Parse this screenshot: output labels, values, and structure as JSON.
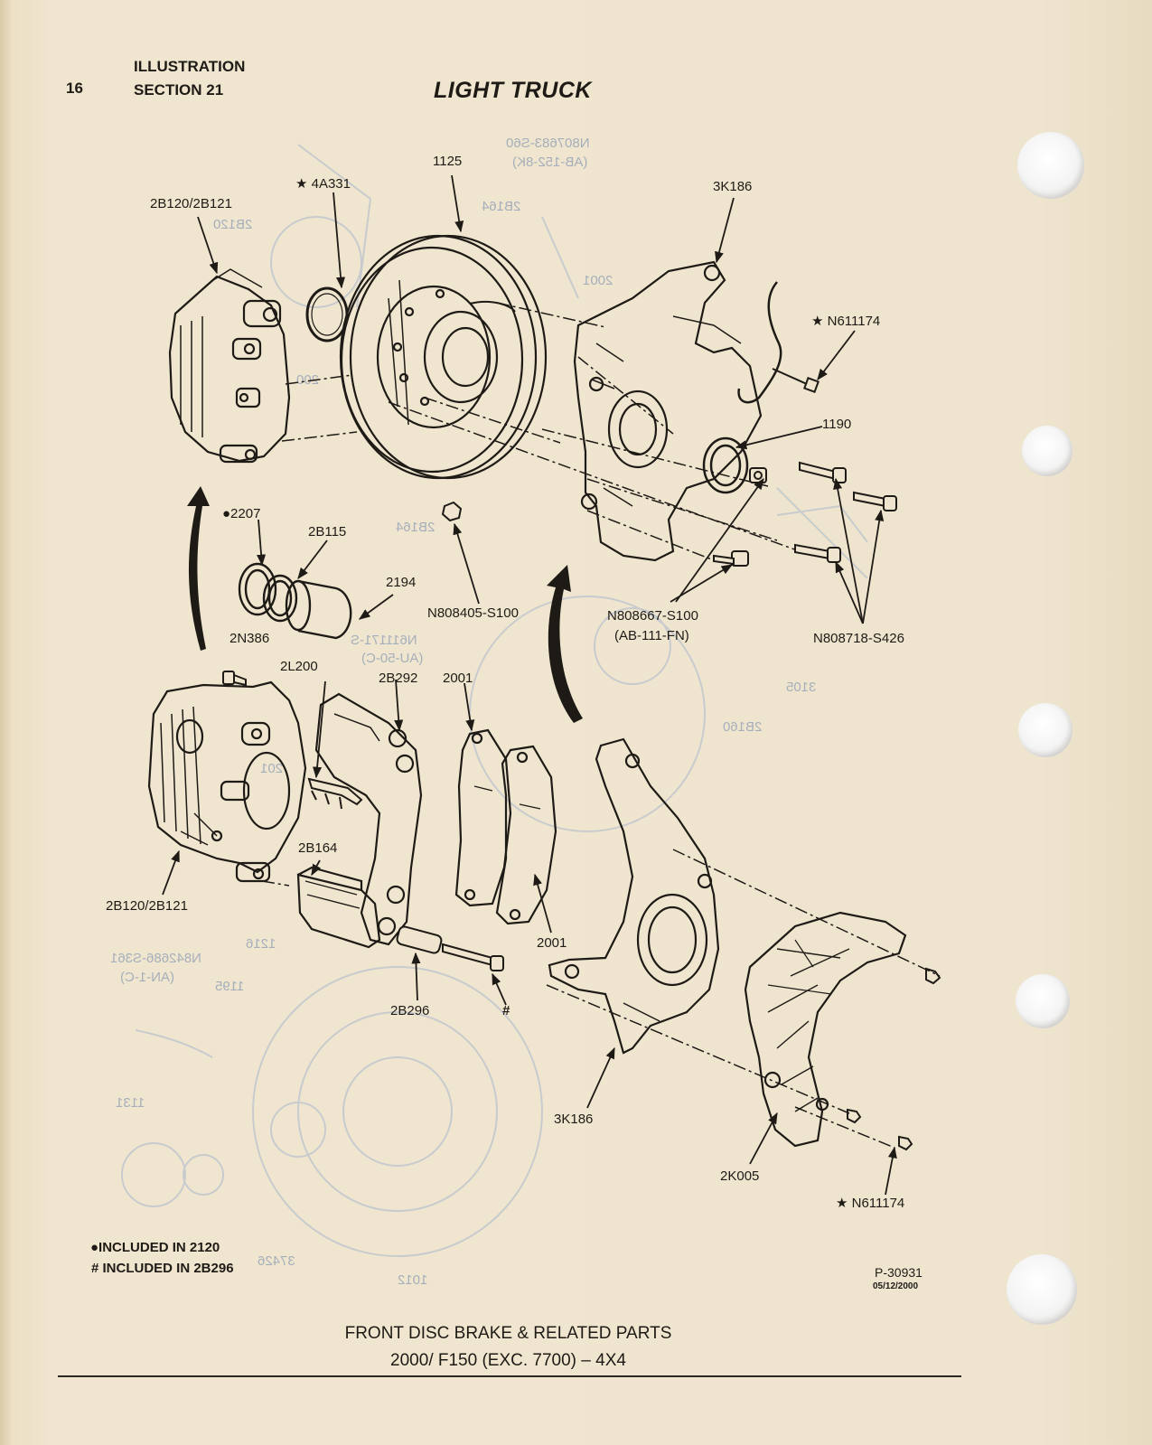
{
  "header": {
    "page_number": "16",
    "illustration_label": "ILLUSTRATION",
    "section_label": "SECTION 21",
    "title": "LIGHT TRUCK"
  },
  "callouts": {
    "c1125": "1125",
    "c4a331": "★ 4A331",
    "c2b120_top": "2B120/2B121",
    "c3k186_top": "3K186",
    "cn611174_top": "★ N611174",
    "c1190": "1190",
    "c2207": "●2207",
    "c2b115": "2B115",
    "c2194": "2194",
    "cn808405": "N808405-S100",
    "cn808667": "N808667-S100",
    "cn808667_sub": "(AB-111-FN)",
    "cn808718": "N808718-S426",
    "c2n386": "2N386",
    "c2l200": "2L200",
    "c2b292": "2B292",
    "c2001_top": "2001",
    "c2b164": "2B164",
    "c2b120_bot": "2B120/2B121",
    "c2001_bot": "2001",
    "c2b296": "2B296",
    "chash": "#",
    "c3k186_bot": "3K186",
    "c2k005": "2K005",
    "cn611174_bot": "★ N611174"
  },
  "ghost_labels": {
    "g1": "N807683-S60",
    "g2": "(AB-152-8K)",
    "g3": "2B164",
    "g4": "2B120",
    "g5": "2001",
    "g6": "200",
    "g7": "2B164",
    "g8": "N611171-S",
    "g9": "(AU-50-C)",
    "g10": "3105",
    "g11": "2B160",
    "g12": "201",
    "g13": "1216",
    "g14": "N842686-S361",
    "g15": "(AN-1-C)",
    "g16": "1195",
    "g17": "1131",
    "g18": "37426",
    "g19": "1012"
  },
  "legend": {
    "dot_note": "●INCLUDED IN 2120",
    "hash_note": "# INCLUDED IN 2B296"
  },
  "figure_code": "P-30931",
  "figure_date": "05/12/2000",
  "caption": {
    "line1": "FRONT DISC BRAKE & RELATED PARTS",
    "line2": "2000/ F150 (EXC. 7700) – 4X4"
  }
}
